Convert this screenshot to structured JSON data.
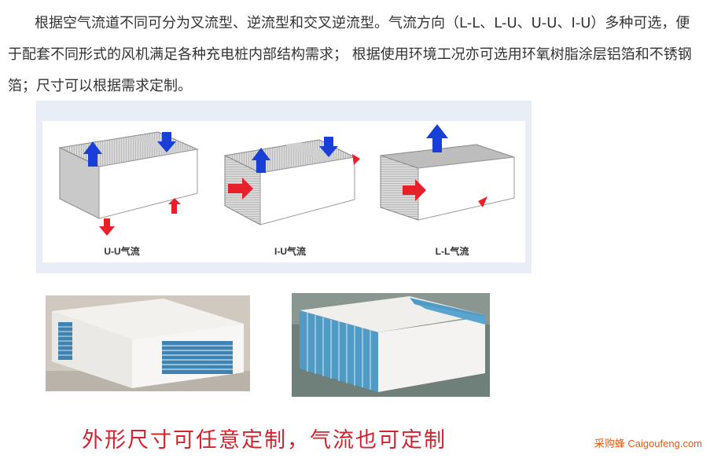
{
  "article": {
    "paragraph": "根据空气流道不同可分为叉流型、逆流型和交叉逆流型。气流方向（L-L、L-U、U-U、I-U）多种可选，便于配套不同形式的风机满足各种充电桩内部结构需求； 根据使用环境工况亦可选用环氧树脂涂层铝箔和不锈钢箔；尺寸可以根据需求定制。"
  },
  "diagram": {
    "captions": [
      "U-U气流",
      "I-U气流",
      "L-L气流"
    ],
    "colors": {
      "inflow_arrow": "#e8202a",
      "outflow_arrow": "#1a3fd6",
      "panel": "#ffffff",
      "fin": "#b9b9b9"
    }
  },
  "photos": [
    {
      "label": "heat-exchanger-photo-1",
      "fin_color": "#3f83b3"
    },
    {
      "label": "heat-exchanger-photo-2",
      "fin_color": "#4f9bc6"
    }
  ],
  "slogan": "外形尺寸可任意定制，气流也可定制",
  "watermark": "采购蜂 Caigoufeng.com"
}
